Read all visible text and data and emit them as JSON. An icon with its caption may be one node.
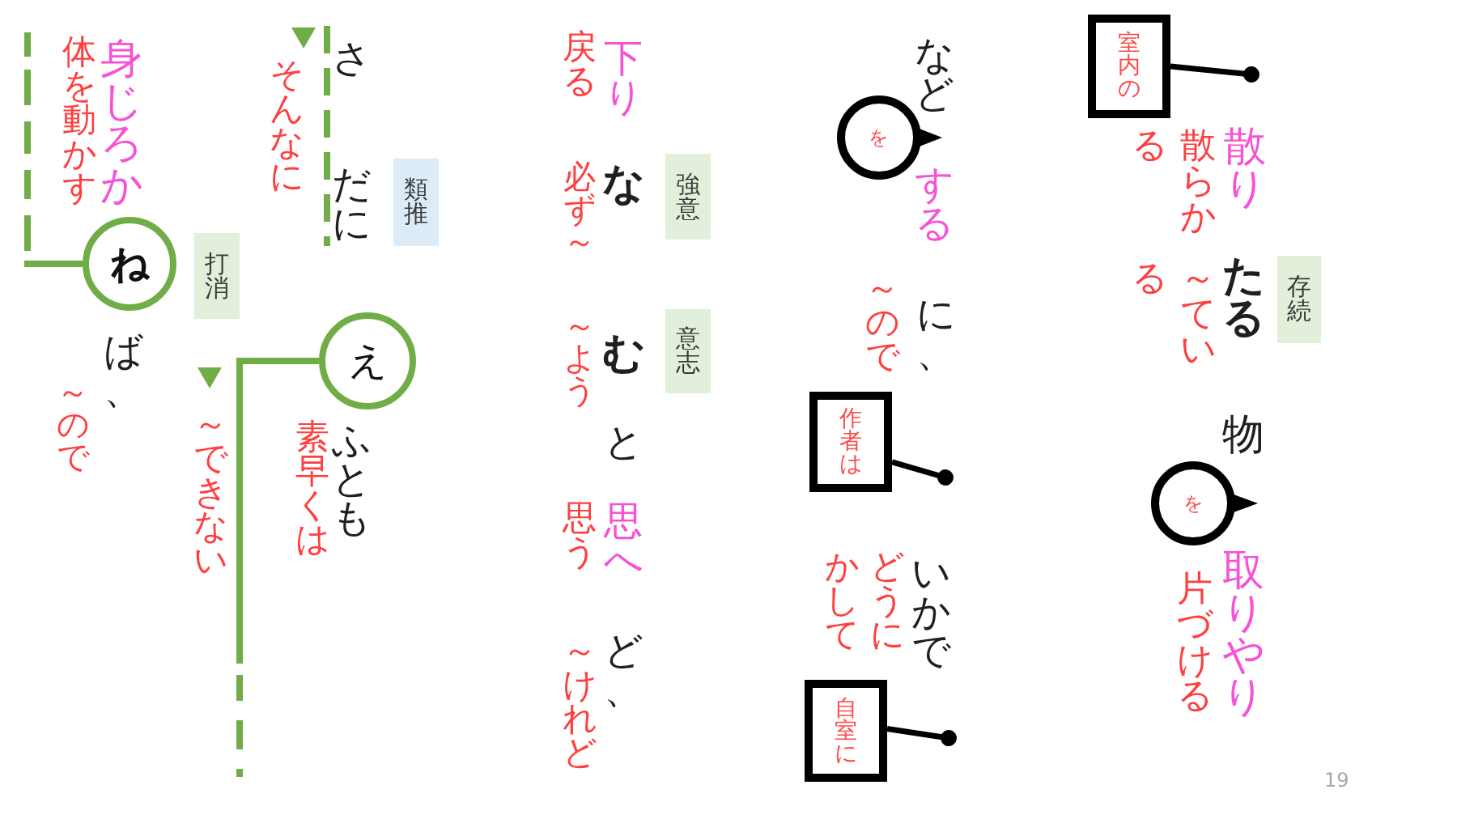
{
  "diagram": {
    "nodes": [
      {
        "text": [
          "室内の"
        ]
      },
      {
        "text": [
          "存続"
        ]
      },
      {
        "text": [
          "を"
        ]
      },
      {
        "text": [
          "を"
        ]
      },
      {
        "text": [
          "作者は"
        ]
      },
      {
        "text": [
          "自室に"
        ]
      },
      {
        "text": [
          "強意"
        ]
      },
      {
        "text": [
          "意志"
        ]
      },
      {
        "text": [
          "類推"
        ]
      },
      {
        "text": [
          "え"
        ]
      },
      {
        "text": [
          "打消"
        ]
      },
      {
        "text": [
          "ね"
        ]
      }
    ],
    "edges": [
      {
        "from": 0,
        "to": null,
        "arrow": "other"
      },
      {
        "from": 4,
        "to": null,
        "arrow": "other"
      },
      {
        "from": 5,
        "to": null,
        "arrow": "other"
      },
      {
        "from": 9,
        "to": null,
        "arrow": "none",
        "style": "dashed",
        "color": "#70ad47"
      },
      {
        "from": null,
        "to": 11,
        "arrow": "none",
        "style": "dashed",
        "color": "#70ad47"
      }
    ],
    "labels": [
      "散り",
      "たる",
      "物",
      "取りやり",
      "散らかる",
      "～ている",
      "片づける",
      "など",
      "する",
      "に、",
      "～ので",
      "いかで",
      "どうにかして",
      "下り",
      "な",
      "む",
      "と",
      "思へ",
      "ど、",
      "戻る",
      "必ず～",
      "～よう",
      "思う",
      "～けれど",
      "さ",
      "だに",
      "そんなに",
      "ふとも",
      "素早くは",
      "～できない",
      "身じろか",
      "体を動かす",
      "ば、",
      "～ので",
      "19"
    ]
  }
}
